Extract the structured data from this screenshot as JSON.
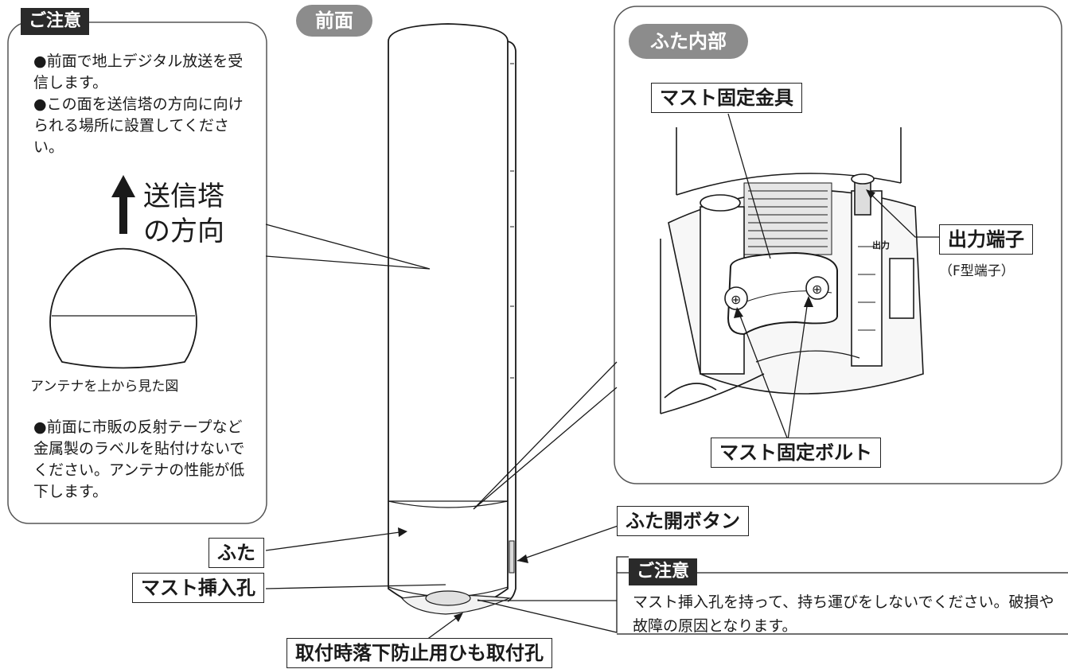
{
  "left_caution": {
    "tag": "ご注意",
    "bullet1": "●前面で地上デジタル放送を受信します。",
    "bullet2": "●この面を送信塔の方向に向けられる場所に設置してください。",
    "direction_label": "送信塔の方向",
    "top_view_caption": "アンテナを上から見た図",
    "bullet3": "●前面に市販の反射テープなど金属製のラベルを貼付けないでください。アンテナの性能が低下します。"
  },
  "front_label": "前面",
  "inset": {
    "title": "ふた内部",
    "bracket_label": "マスト固定金具",
    "output_label": "出力端子",
    "output_sub": "（F型端子）",
    "bolt_label": "マスト固定ボルト",
    "embossed_text": "出力"
  },
  "callouts": {
    "lid": "ふた",
    "lid_button": "ふた開ボタン",
    "mast_hole": "マスト挿入孔",
    "strap_hole": "取付時落下防止用ひも取付孔"
  },
  "bottom_caution": {
    "tag": "ご注意",
    "text": "マスト挿入孔を持って、持ち運びをしないでください。破損や故障の原因となります。"
  }
}
